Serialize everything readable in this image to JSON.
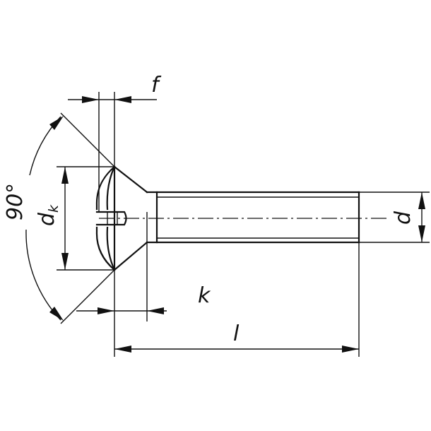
{
  "labels": {
    "f": "f",
    "dk_main": "d",
    "dk_sub": "k",
    "angle": "90°",
    "k": "k",
    "l": "l",
    "d": "d"
  },
  "colors": {
    "line": "#111111",
    "background": "#ffffff"
  }
}
